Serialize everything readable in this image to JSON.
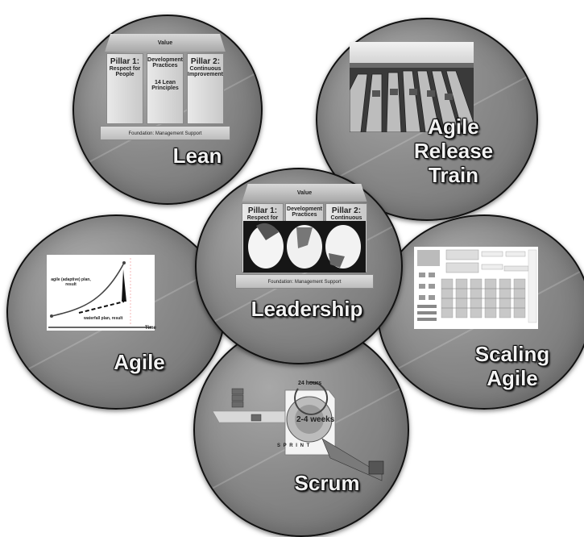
{
  "circles": {
    "lean": {
      "label": "Lean"
    },
    "art": {
      "label_lines": [
        "Agile",
        "Release",
        "Train"
      ]
    },
    "leadership": {
      "label": "Leadership"
    },
    "agile": {
      "label": "Agile"
    },
    "scaling": {
      "label_lines": [
        "Scaling",
        "Agile"
      ]
    },
    "scrum": {
      "label": "Scrum"
    }
  },
  "temple": {
    "roof": "Value",
    "pillar1_title": "Pillar 1:",
    "pillar1_sub": "Respect for People",
    "pillar1_sub_short": "Respect for",
    "middle_top": "Development Practices",
    "middle_bottom": "14 Lean Principles",
    "pillar2_title": "Pillar 2:",
    "pillar2_sub": "Continuous Improvement",
    "pillar2_sub_short": "Continuous",
    "foundation": "Foundation: Management Support"
  },
  "agile_graph": {
    "agile_label": "agile (adaptive) plan, result",
    "waterfall_label": "waterfall plan, result",
    "time_label": "Time"
  },
  "scrum_graphic": {
    "timebox_label": "24 hours",
    "sprint_label": "2-4 weeks",
    "sprint_word": "S P R I N T"
  }
}
